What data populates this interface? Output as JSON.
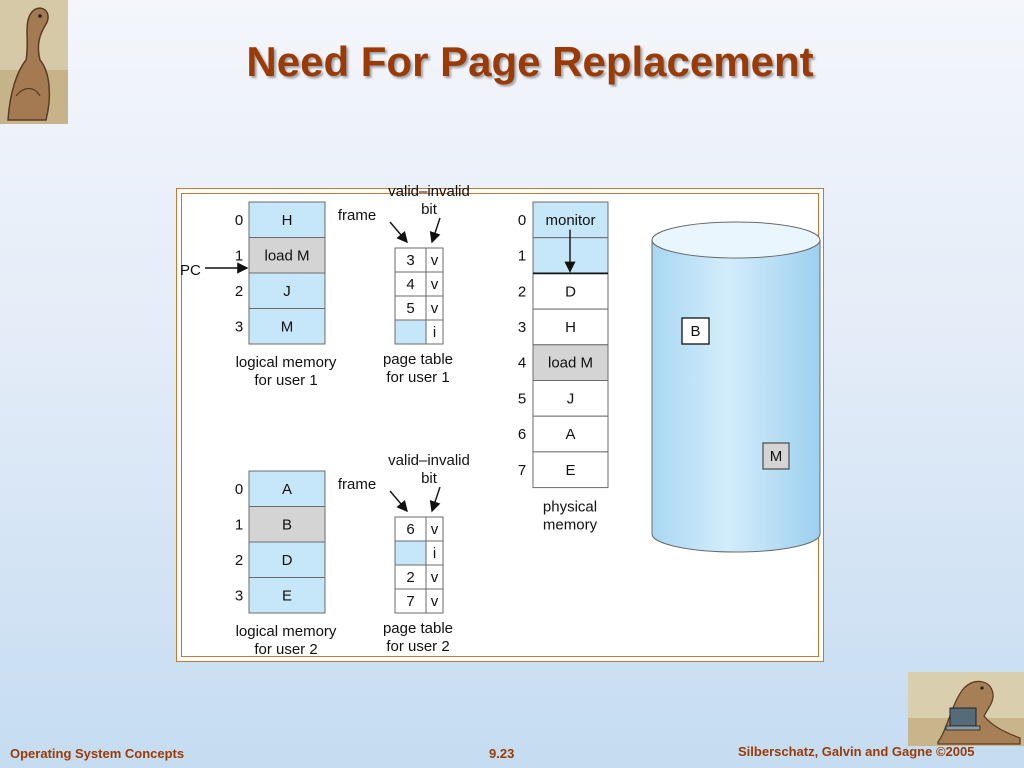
{
  "slide": {
    "title": "Need For Page Replacement",
    "footer_left": "Operating System Concepts",
    "footer_center": "9.23",
    "footer_right": "Silberschatz, Galvin and Gagne ©2005"
  },
  "diagram": {
    "user1": {
      "logical": [
        {
          "idx": "0",
          "label": "H",
          "shaded": false
        },
        {
          "idx": "1",
          "label": "load M",
          "shaded": true
        },
        {
          "idx": "2",
          "label": "J",
          "shaded": false
        },
        {
          "idx": "3",
          "label": "M",
          "shaded": false
        }
      ],
      "pc_label": "PC",
      "logical_caption": [
        "logical memory",
        "for user 1"
      ],
      "page_table": [
        {
          "frame": "3",
          "bit": "v"
        },
        {
          "frame": "4",
          "bit": "v"
        },
        {
          "frame": "5",
          "bit": "v"
        },
        {
          "frame": "",
          "bit": "i"
        }
      ],
      "frame_label": "frame",
      "vi_label": [
        "valid–invalid",
        "bit"
      ],
      "pt_caption": [
        "page table",
        "for user 1"
      ]
    },
    "user2": {
      "logical": [
        {
          "idx": "0",
          "label": "A",
          "shaded": false
        },
        {
          "idx": "1",
          "label": "B",
          "shaded": true
        },
        {
          "idx": "2",
          "label": "D",
          "shaded": false
        },
        {
          "idx": "3",
          "label": "E",
          "shaded": false
        }
      ],
      "logical_caption": [
        "logical memory",
        "for user 2"
      ],
      "page_table": [
        {
          "frame": "6",
          "bit": "v"
        },
        {
          "frame": "",
          "bit": "i"
        },
        {
          "frame": "2",
          "bit": "v"
        },
        {
          "frame": "7",
          "bit": "v"
        }
      ],
      "frame_label": "frame",
      "vi_label": [
        "valid–invalid",
        "bit"
      ],
      "pt_caption": [
        "page table",
        "for user 2"
      ]
    },
    "physical": {
      "frames": [
        {
          "idx": "0",
          "label": "monitor",
          "fill": "blue"
        },
        {
          "idx": "1",
          "label": "",
          "fill": "blue"
        },
        {
          "idx": "2",
          "label": "D",
          "fill": "white"
        },
        {
          "idx": "3",
          "label": "H",
          "fill": "white"
        },
        {
          "idx": "4",
          "label": "load M",
          "fill": "gray"
        },
        {
          "idx": "5",
          "label": "J",
          "fill": "white"
        },
        {
          "idx": "6",
          "label": "A",
          "fill": "white"
        },
        {
          "idx": "7",
          "label": "E",
          "fill": "white"
        }
      ],
      "caption": [
        "physical",
        "memory"
      ]
    },
    "disk": {
      "items": [
        "B",
        "M"
      ]
    },
    "colors": {
      "blue": "#c6e7f9",
      "gray": "#d4d4d4",
      "white": "#ffffff",
      "border": "#6b6b6b",
      "title": "#9a3a06"
    }
  }
}
